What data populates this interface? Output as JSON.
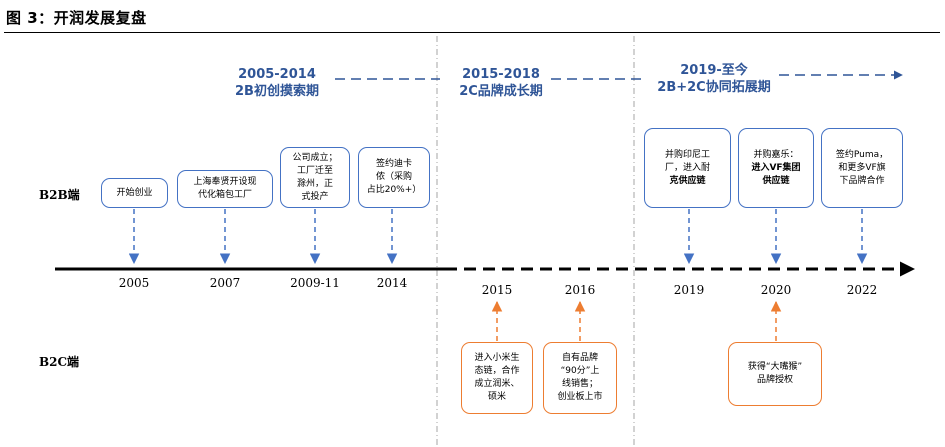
{
  "figure": {
    "title": "图 3：开润发展复盘"
  },
  "phases": [
    {
      "years": "2005-2014",
      "name": "2B初创摸索期"
    },
    {
      "years": "2015-2018",
      "name": "2C品牌成长期"
    },
    {
      "years": "2019-至今",
      "name": "2B+2C协同拓展期"
    }
  ],
  "row_labels": {
    "b2b": "B2B端",
    "b2c": "B2C端"
  },
  "timeline": {
    "years": [
      "2005",
      "2007",
      "2009-11",
      "2014",
      "2015",
      "2016",
      "2019",
      "2020",
      "2022"
    ]
  },
  "b2b_events": [
    {
      "year": "2005",
      "lines": [
        "开始创业"
      ]
    },
    {
      "year": "2007",
      "lines": [
        "上海奉贤开设现",
        "代化箱包工厂"
      ]
    },
    {
      "year": "2009-11",
      "lines": [
        "公司成立；",
        "工厂迁至",
        "滁州，正",
        "式投产"
      ]
    },
    {
      "year": "2014",
      "lines": [
        "签约迪卡",
        "侬（采购",
        "占比20%+）"
      ]
    },
    {
      "year": "2019",
      "lines": [
        "并购印尼工",
        "厂，进入耐",
        "克供应链"
      ]
    },
    {
      "year": "2020",
      "lines": [
        "并购嘉乐：",
        "进入VF集团",
        "供应链"
      ]
    },
    {
      "year": "2022",
      "lines": [
        "签约Puma，",
        "和更多VF旗",
        "下品牌合作"
      ]
    }
  ],
  "b2c_events": [
    {
      "year": "2015",
      "lines": [
        "进入小米生",
        "态链，合作",
        "成立润米、",
        "硕米"
      ]
    },
    {
      "year": "2016",
      "lines": [
        "自有品牌",
        "“90分”上",
        "线销售；",
        "创业板上市"
      ]
    },
    {
      "year": "2020",
      "lines": [
        "获得“大嘴猴”",
        "品牌授权"
      ]
    }
  ],
  "colors": {
    "phase_text": "#2f5597",
    "b2b_accent": "#4472c4",
    "b2c_accent": "#ed7d31",
    "timeline": "#000000",
    "divider": "#a6a6a6"
  }
}
